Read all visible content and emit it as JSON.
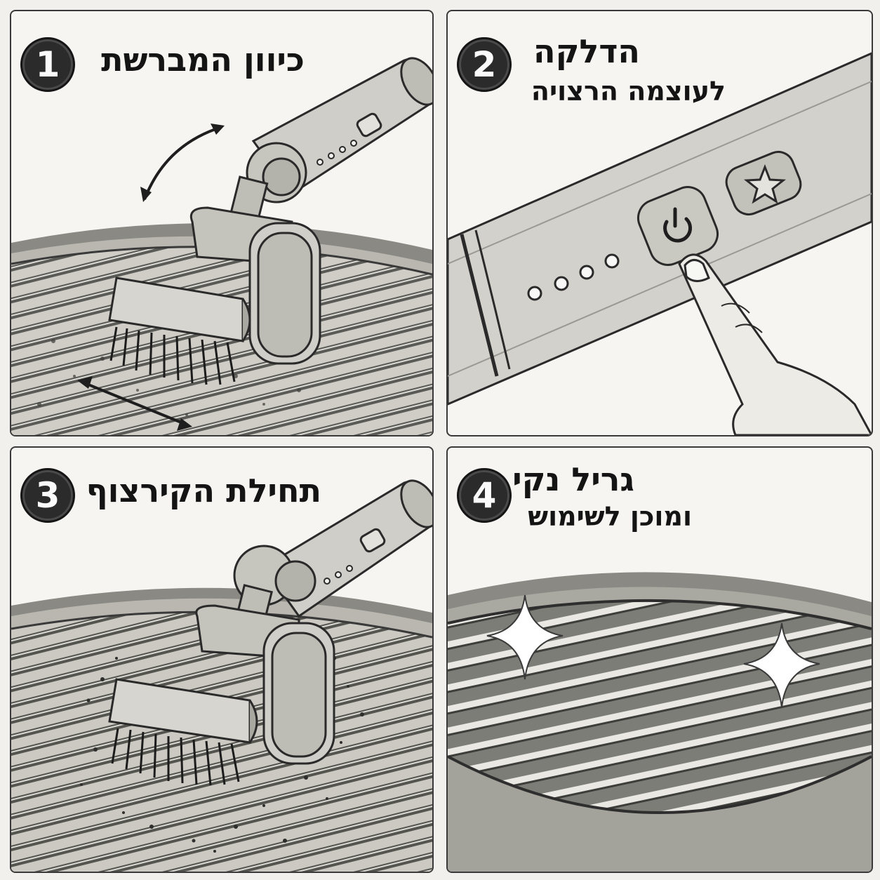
{
  "steps": [
    {
      "number": "1",
      "title": "כיוון המברשת"
    },
    {
      "number": "2",
      "title": "הדלקה",
      "subtitle": "לעוצמה הרצויה"
    },
    {
      "number": "3",
      "title": "תחילת הקירצוף"
    },
    {
      "number": "4",
      "title": "גריל נקי",
      "subtitle": "ומוכן לשימוש"
    }
  ],
  "icons": [
    "rotate-arrow-icon",
    "scrub-arrow-icon",
    "power-icon",
    "star-icon",
    "sparkle-icon"
  ],
  "colors": {
    "ink": "#141414",
    "badge": "#2b2b2b",
    "paper": "#f6f5f1",
    "border": "#3a3a3a"
  }
}
